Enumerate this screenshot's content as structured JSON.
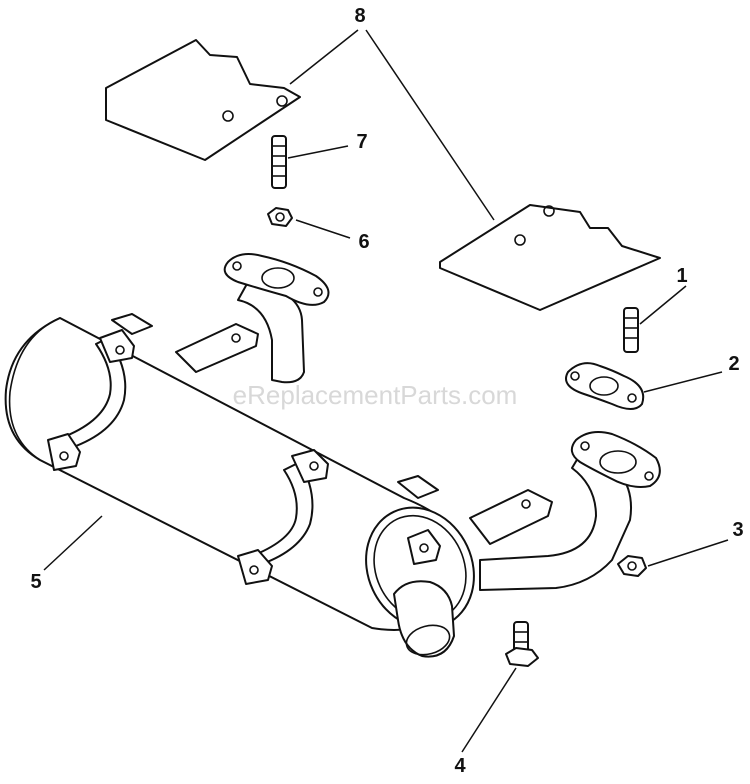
{
  "watermark": "eReplacementParts.com",
  "callouts": [
    "1",
    "2",
    "3",
    "4",
    "5",
    "6",
    "7",
    "8"
  ],
  "parts": [
    {
      "ref": "1",
      "icon": "stud-icon"
    },
    {
      "ref": "2",
      "icon": "gasket-icon"
    },
    {
      "ref": "3",
      "icon": "nut-icon"
    },
    {
      "ref": "4",
      "icon": "bolt-icon"
    },
    {
      "ref": "5",
      "icon": "muffler-icon"
    },
    {
      "ref": "6",
      "icon": "nut-icon"
    },
    {
      "ref": "7",
      "icon": "stud-icon"
    },
    {
      "ref": "8",
      "icon": "heat-shield-icon"
    }
  ]
}
